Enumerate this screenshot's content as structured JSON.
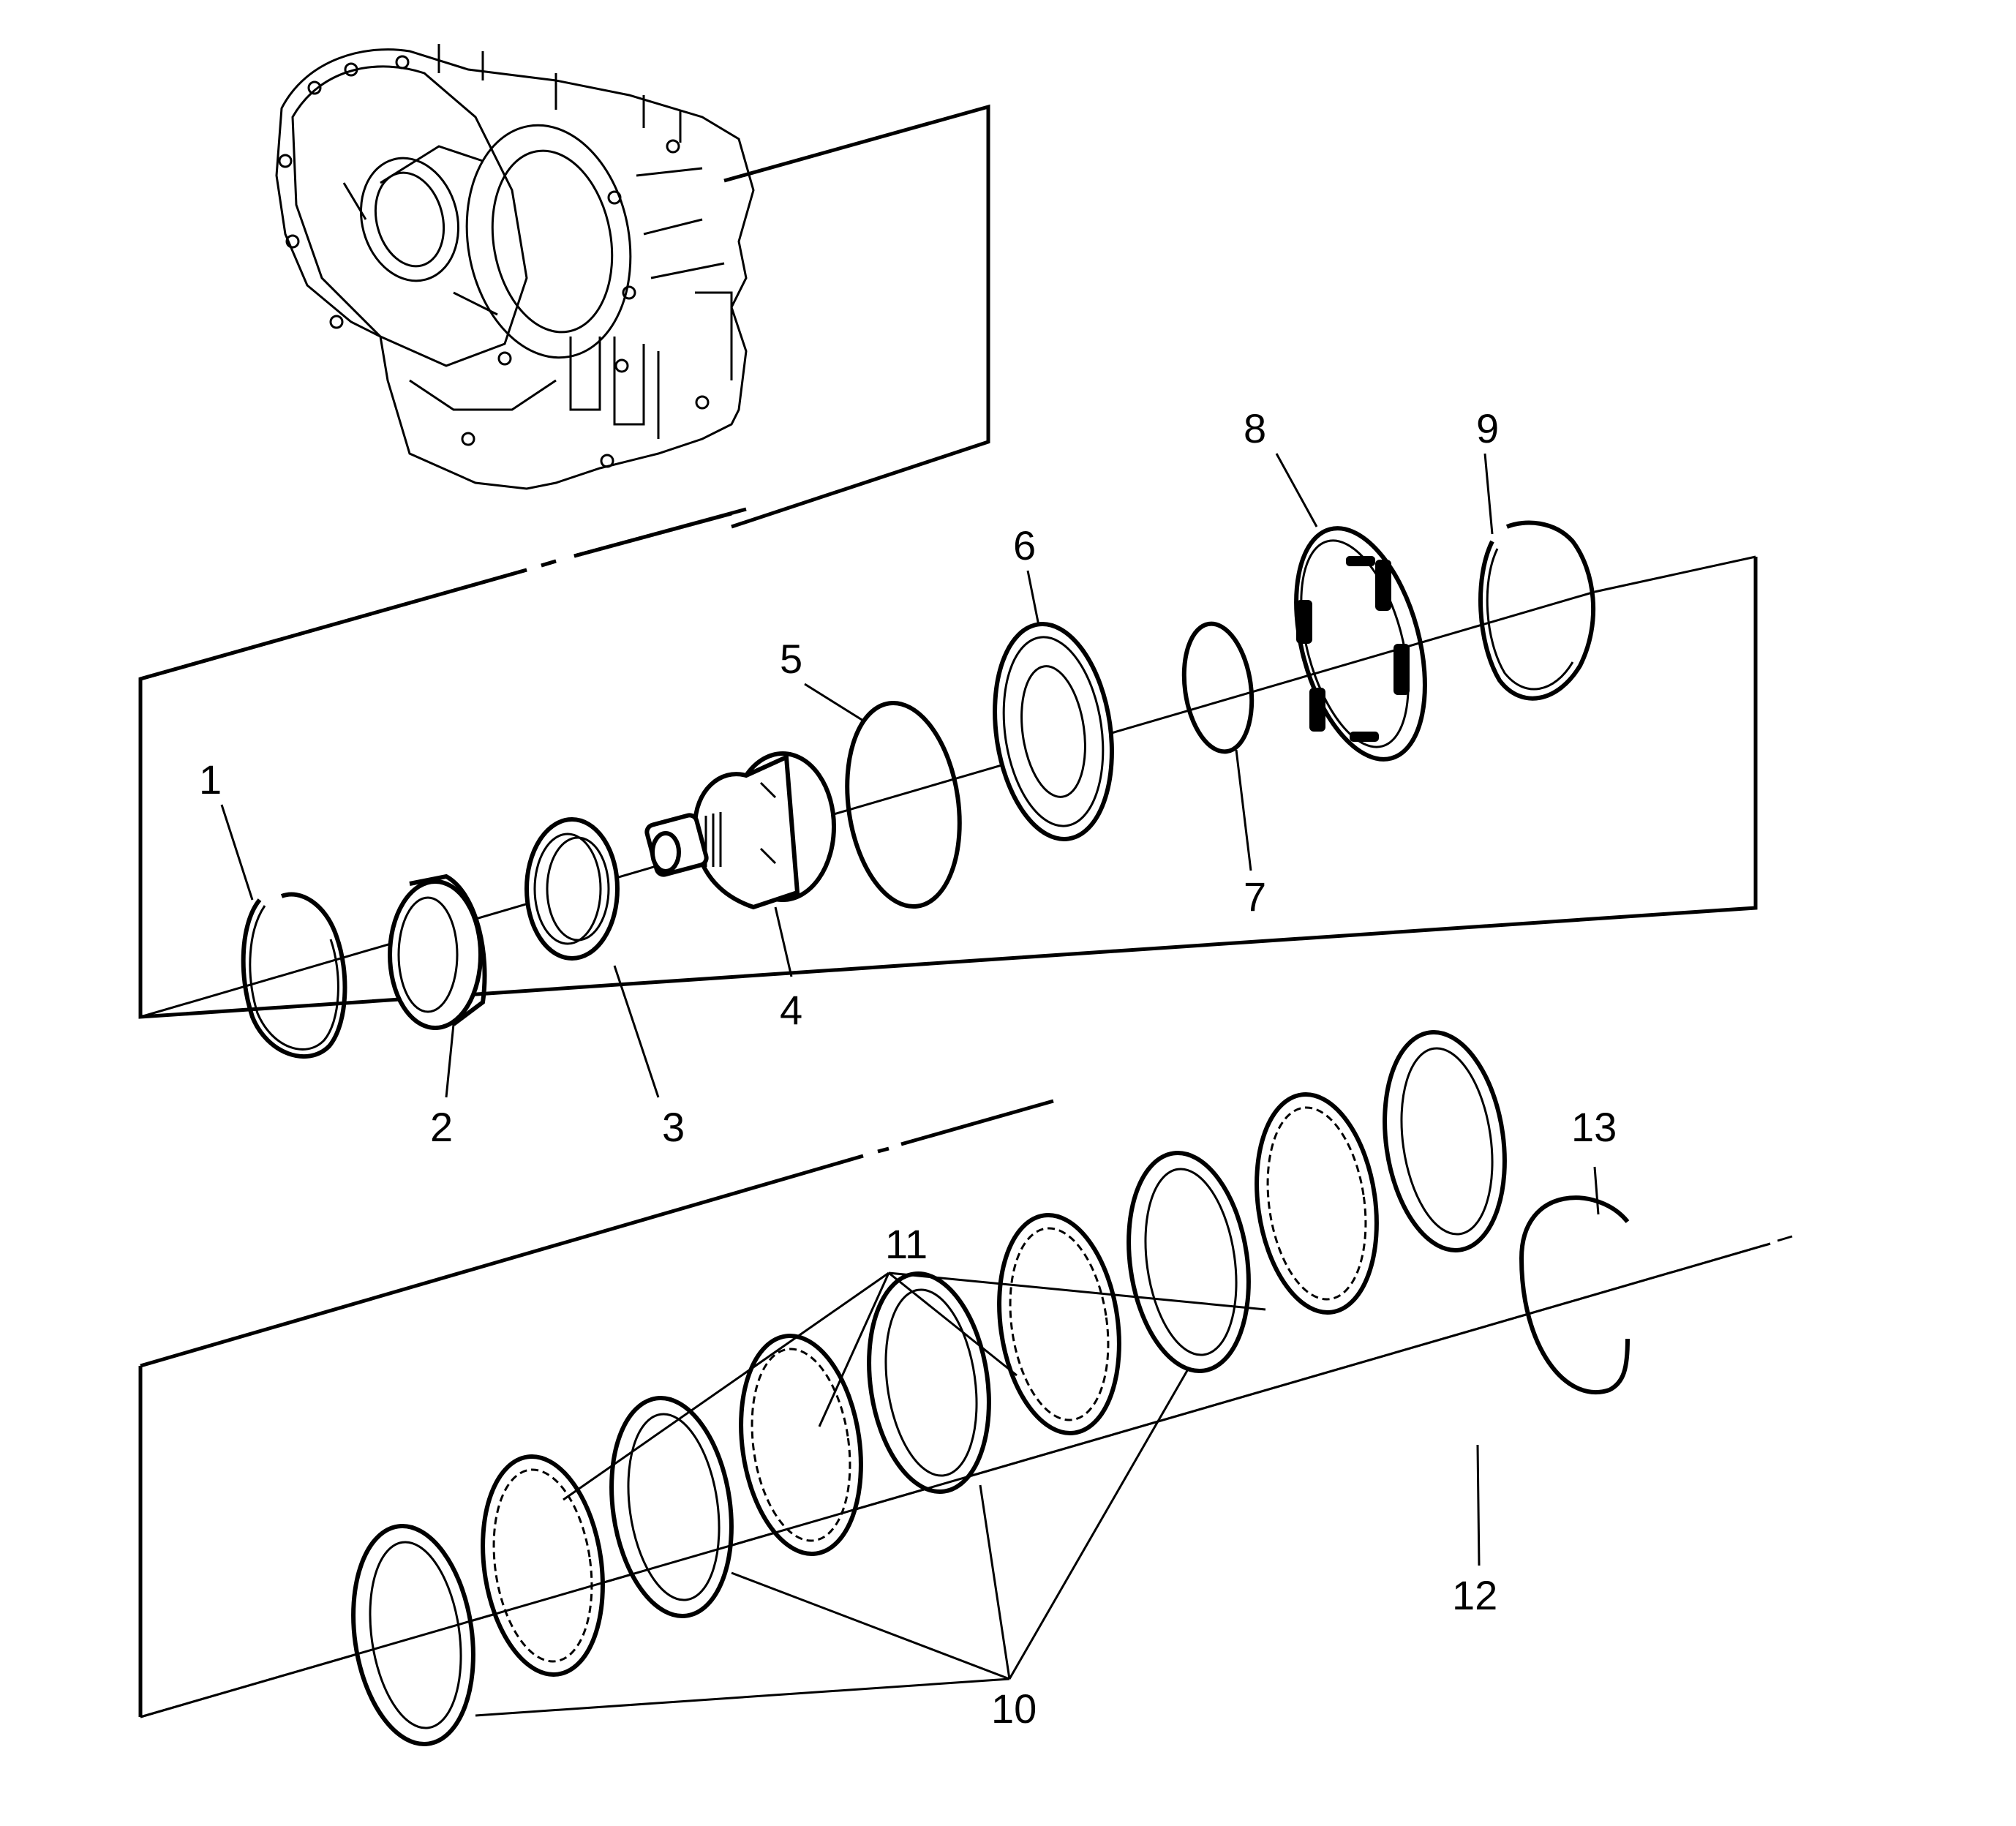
{
  "diagram": {
    "title": "Transmission clutch assembly exploded view",
    "background": "#ffffff",
    "line_color": "#000000",
    "callouts": [
      {
        "id": "1",
        "label": "1"
      },
      {
        "id": "2",
        "label": "2"
      },
      {
        "id": "3",
        "label": "3"
      },
      {
        "id": "4",
        "label": "4"
      },
      {
        "id": "5",
        "label": "5"
      },
      {
        "id": "6",
        "label": "6"
      },
      {
        "id": "7",
        "label": "7"
      },
      {
        "id": "8",
        "label": "8"
      },
      {
        "id": "9",
        "label": "9"
      },
      {
        "id": "10",
        "label": "10"
      },
      {
        "id": "11",
        "label": "11"
      },
      {
        "id": "12",
        "label": "12"
      },
      {
        "id": "13",
        "label": "13"
      }
    ],
    "components": [
      {
        "callout": "1",
        "type": "snap-ring"
      },
      {
        "callout": "2",
        "type": "bearing-race"
      },
      {
        "callout": "3",
        "type": "bearing"
      },
      {
        "callout": "4",
        "type": "planetary-carrier"
      },
      {
        "callout": "5",
        "type": "seal-ring"
      },
      {
        "callout": "6",
        "type": "piston"
      },
      {
        "callout": "7",
        "type": "seal-ring"
      },
      {
        "callout": "8",
        "type": "spring-assembly"
      },
      {
        "callout": "9",
        "type": "snap-ring"
      },
      {
        "callout": "10",
        "type": "clutch-steel-plates",
        "count": 5
      },
      {
        "callout": "11",
        "type": "clutch-friction-plates",
        "count": 4
      },
      {
        "callout": "12",
        "type": "backing-plate"
      },
      {
        "callout": "13",
        "type": "snap-ring"
      }
    ],
    "panels": [
      "transmission-housing",
      "upper-component-row",
      "lower-clutch-pack-row"
    ]
  }
}
